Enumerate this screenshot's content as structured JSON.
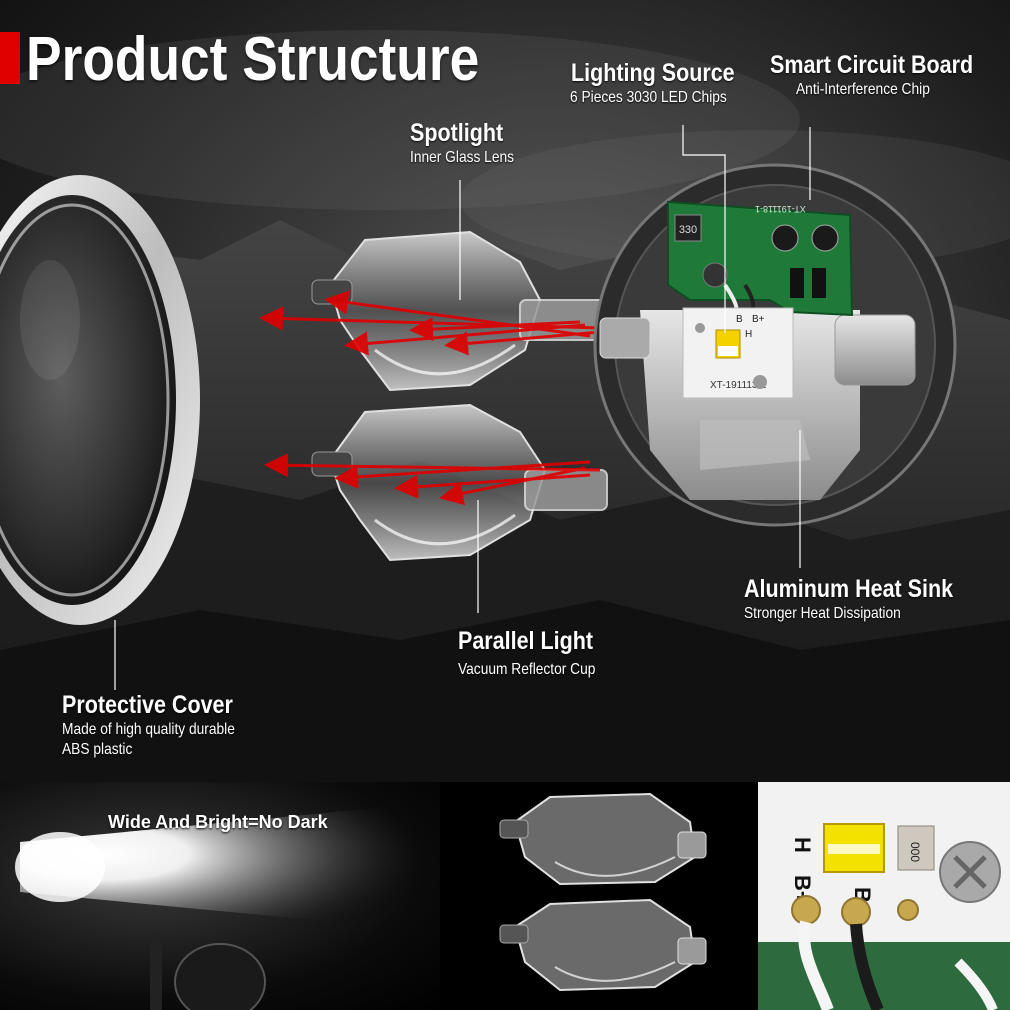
{
  "title": "Product Structure",
  "labels": {
    "spotlight": {
      "heading": "Spotlight",
      "sub": "Inner Glass Lens"
    },
    "lighting_source": {
      "heading": "Lighting Source",
      "sub": "6 Pieces 3030 LED Chips"
    },
    "smart_board": {
      "heading": "Smart Circuit Board",
      "sub": "Anti-Interference Chip"
    },
    "heat_sink": {
      "heading": "Aluminum Heat Sink",
      "sub": "Stronger Heat Dissipation"
    },
    "parallel_light": {
      "heading": "Parallel Light",
      "sub": "Vacuum Reflector Cup"
    },
    "protective_cover": {
      "heading": "Protective Cover",
      "sub_line1": "Made of high quality durable",
      "sub_line2": "ABS plastic"
    }
  },
  "pcb_text": {
    "board_code_1": "XT-191118-1",
    "board_code_2": "XT-191113-2",
    "inductor": "330",
    "pin_h": "H",
    "pin_b": "B",
    "pin_bplus": "B+",
    "resistor": "000"
  },
  "bottom": {
    "beam_caption": "Wide And Bright=No Dark",
    "closeup_labels": {
      "h": "H",
      "bplus": "B+",
      "b": "B"
    }
  },
  "colors": {
    "accent": "#e00000",
    "pcb_green": "#1f7a3a",
    "text": "#ffffff"
  }
}
